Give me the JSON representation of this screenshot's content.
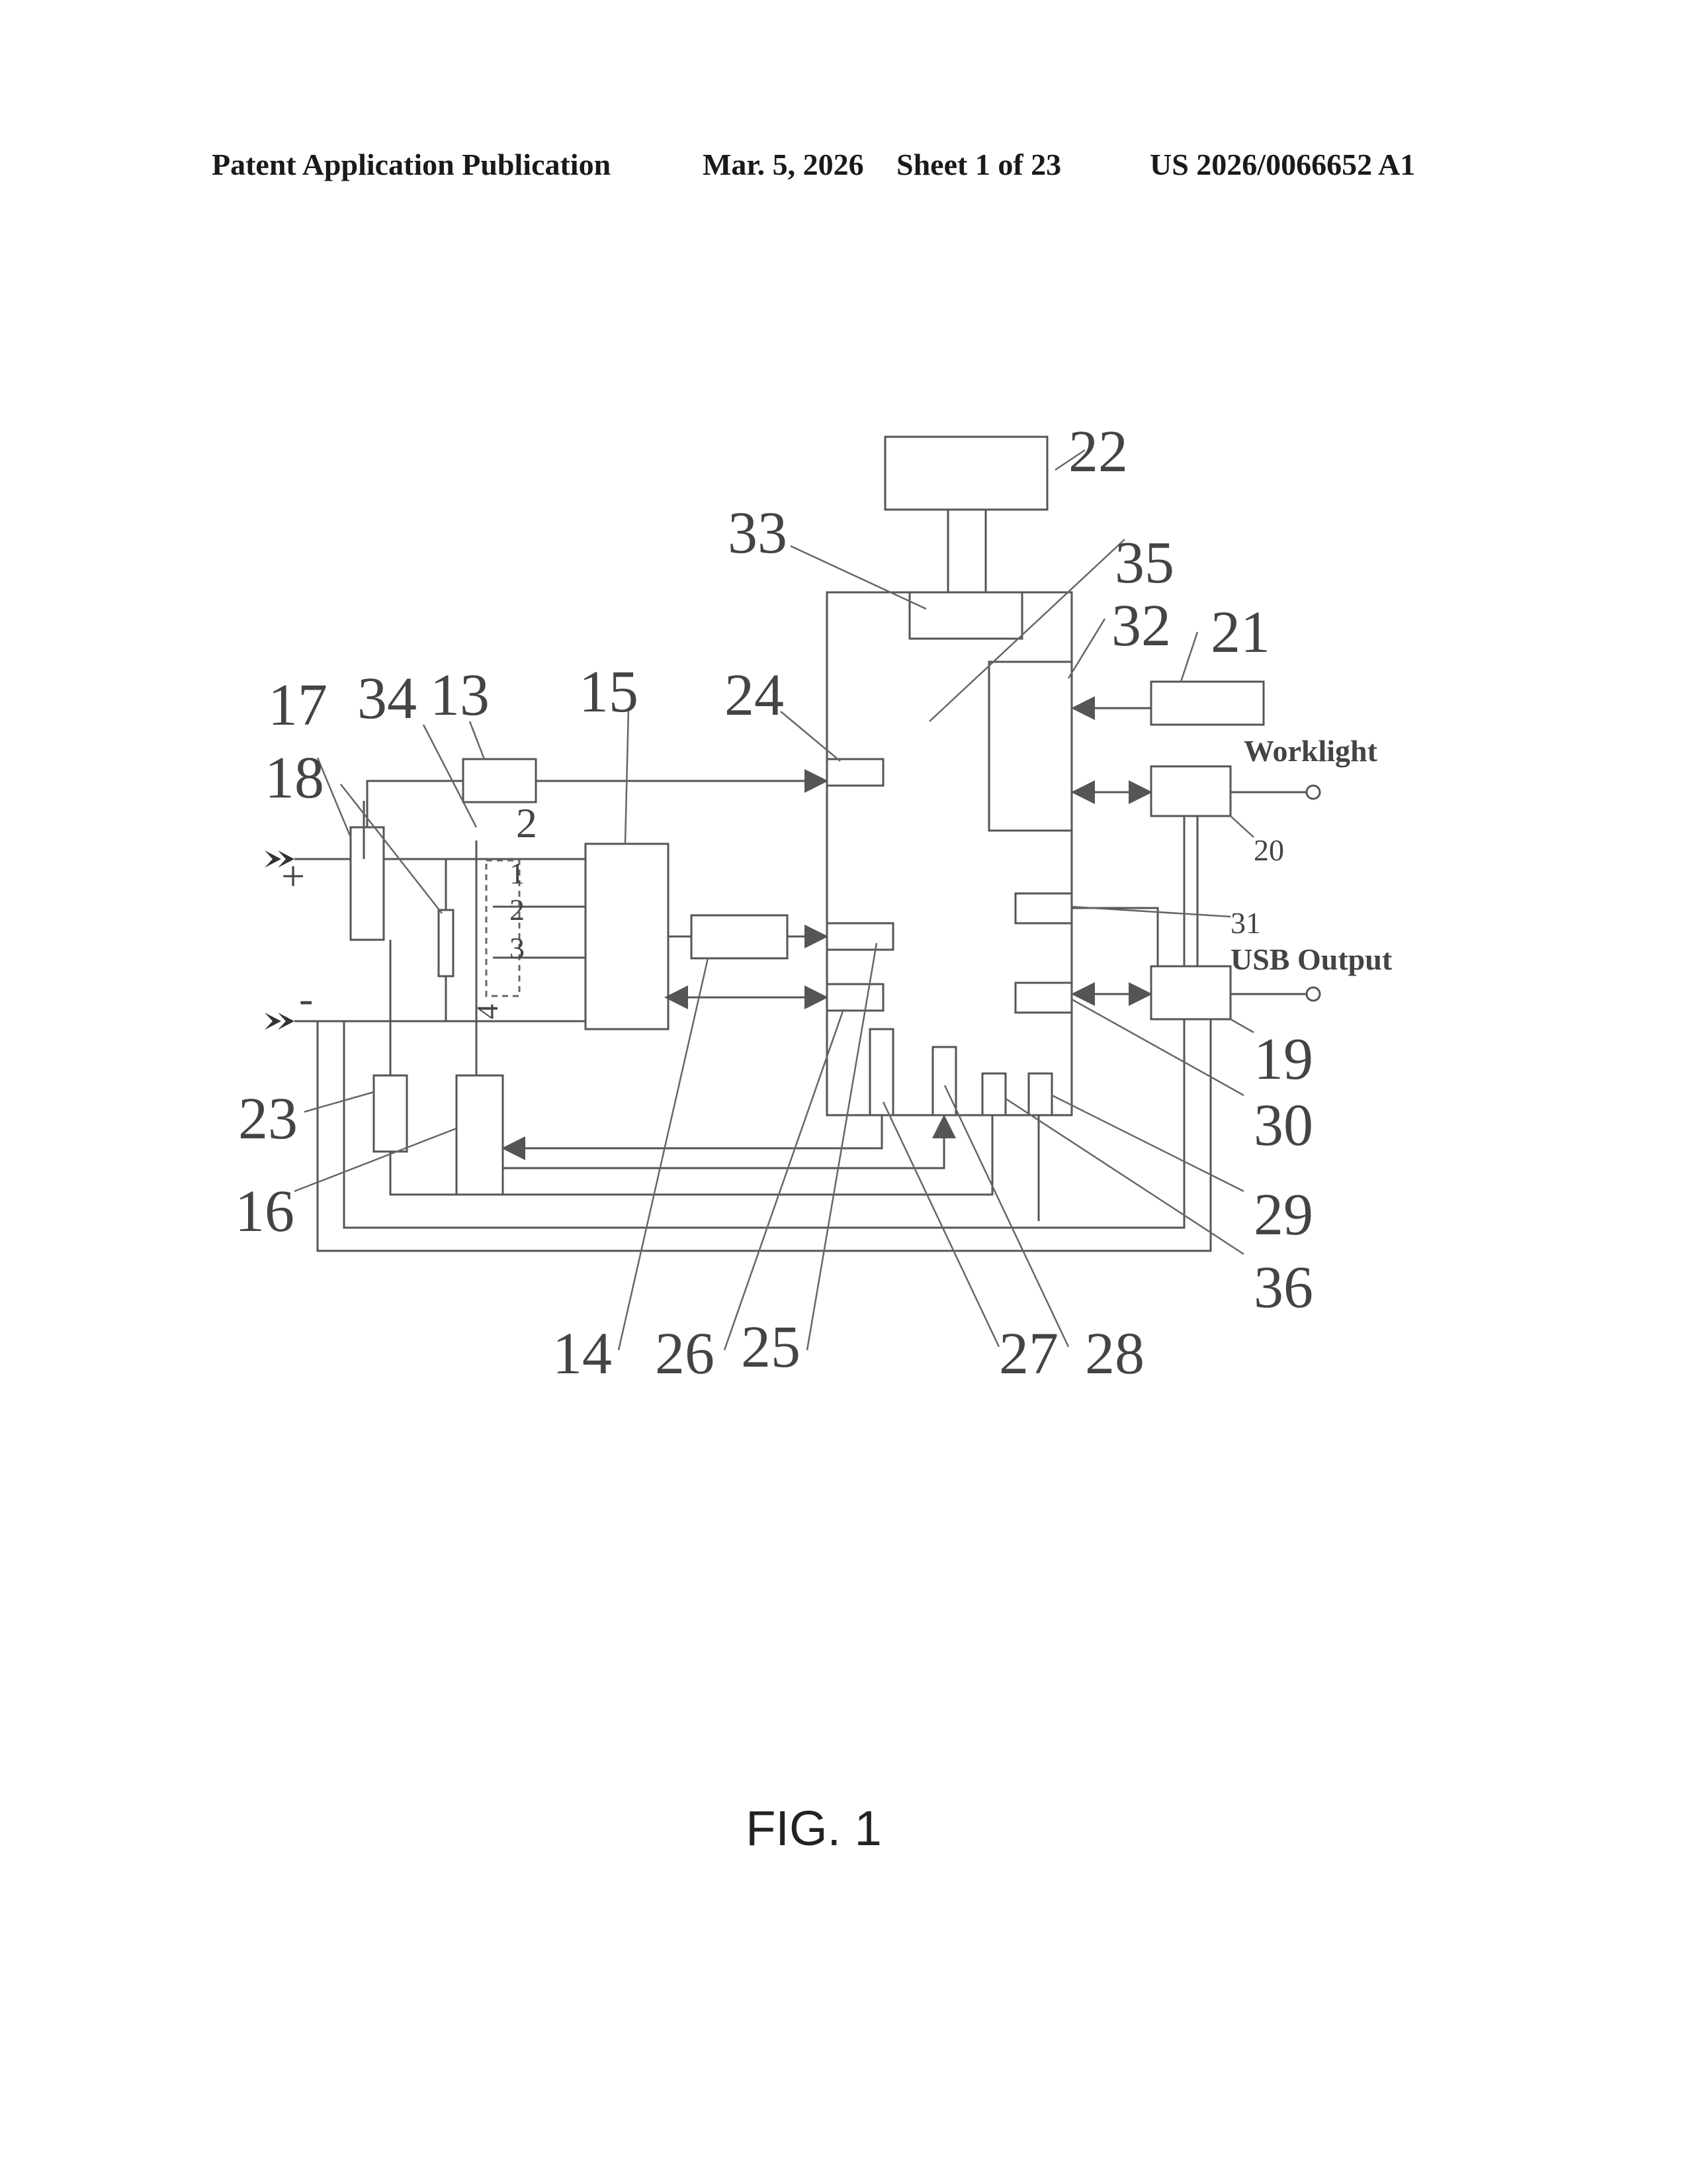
{
  "header": {
    "publication": "Patent Application Publication",
    "date": "Mar. 5, 2026",
    "sheet": "Sheet 1 of 23",
    "number": "US 2026/0066652 A1"
  },
  "figure": {
    "caption": "FIG. 1",
    "labels": {
      "worklight": "Worklight",
      "usb_output": "USB Output",
      "plus": "+",
      "minus": "-"
    },
    "switch_positions": [
      "1",
      "2",
      "3",
      "4"
    ],
    "switch_top_label": "2",
    "references": [
      "13",
      "14",
      "15",
      "16",
      "17",
      "18",
      "19",
      "20",
      "21",
      "22",
      "23",
      "24",
      "25",
      "26",
      "27",
      "28",
      "29",
      "30",
      "31",
      "32",
      "33",
      "34",
      "35",
      "36"
    ]
  }
}
